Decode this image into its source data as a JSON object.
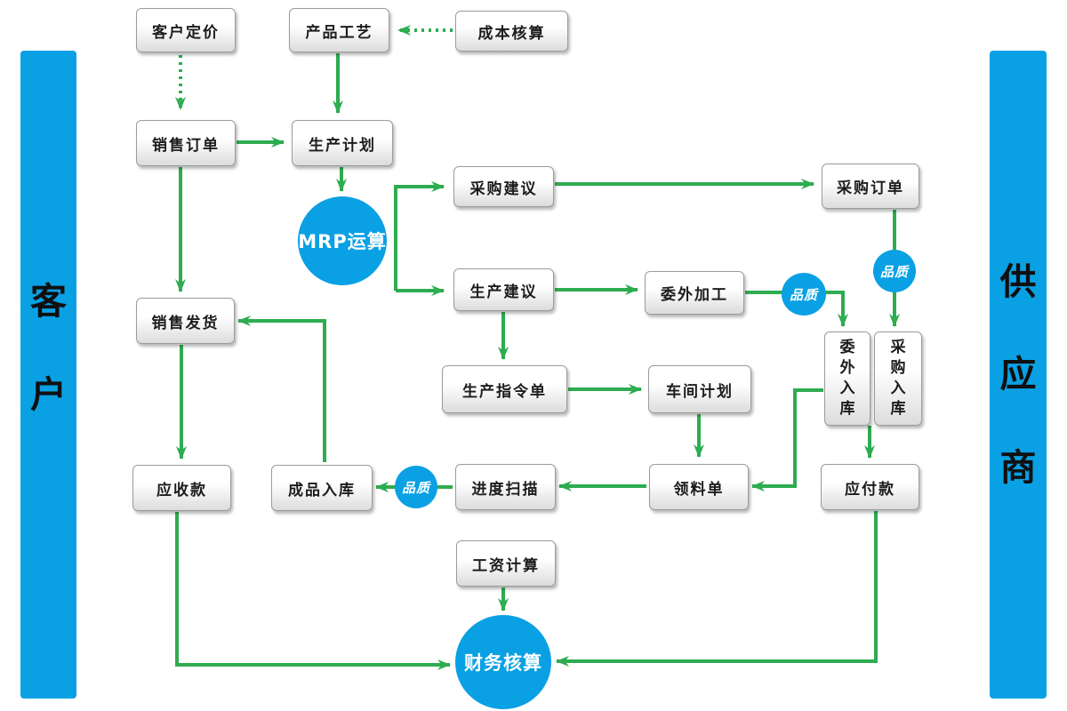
{
  "diagram": {
    "sidebar_left": "客户",
    "sidebar_right": "供应商",
    "nodes": {
      "customer_pricing": "客户定价",
      "product_process": "产品工艺",
      "cost_accounting": "成本核算",
      "sales_order": "销售订单",
      "production_plan": "生产计划",
      "mrp_calculation": "MRP运算",
      "purchase_suggestion": "采购建议",
      "production_suggestion": "生产建议",
      "purchase_order": "采购订单",
      "outsourcing_process": "委外加工",
      "production_instruction": "生产指令单",
      "workshop_plan": "车间计划",
      "outsourcing_inbound": "委外入库",
      "purchase_inbound": "采购入库",
      "sales_delivery": "销售发货",
      "material_requisition": "领料单",
      "progress_scan": "进度扫描",
      "finished_goods_inbound": "成品入库",
      "accounts_receivable": "应收款",
      "accounts_payable": "应付款",
      "salary_calculation": "工资计算",
      "financial_accounting": "财务核算",
      "quality": "品质"
    },
    "colors": {
      "arrow_green": "#2eac50",
      "accent_blue": "#0aa0e4"
    }
  }
}
